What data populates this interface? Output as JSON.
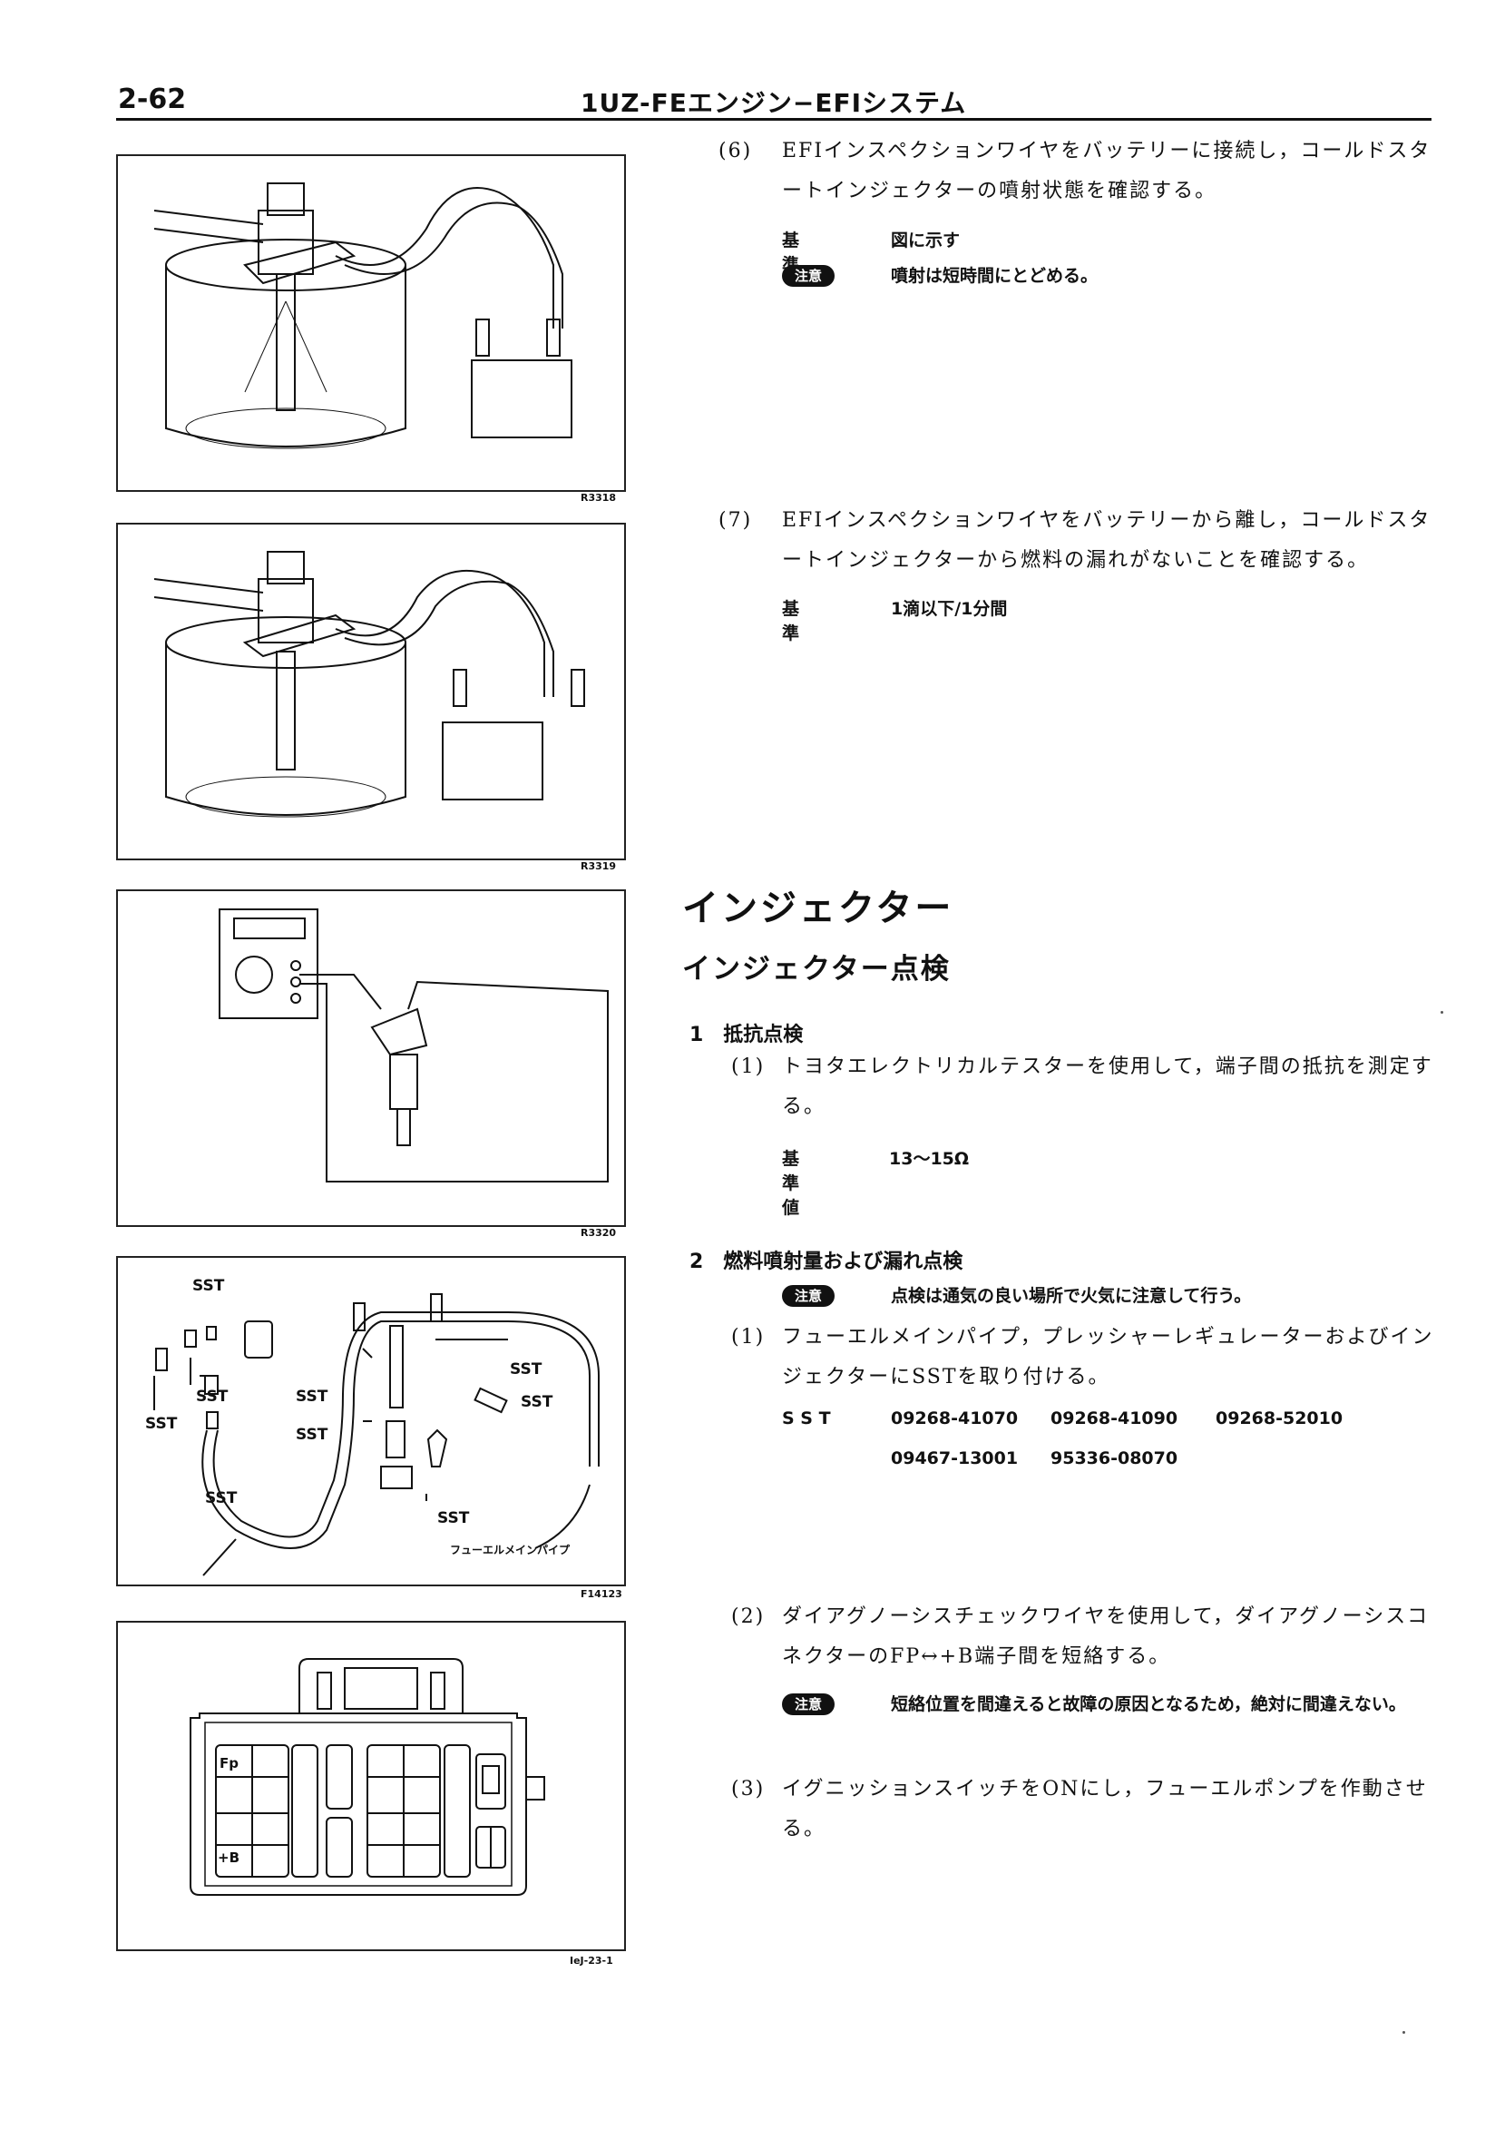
{
  "header": {
    "page_number": "2-62",
    "title": "1UZ-FEエンジン−EFIシステム"
  },
  "figures": {
    "fig1": {
      "code": "R3318"
    },
    "fig2": {
      "code": "R3319"
    },
    "fig3": {
      "code": "R3320"
    },
    "fig4": {
      "code": "F14123",
      "labels": {
        "sst": "SST",
        "fuel_main_pipe": "フューエルメインパイプ"
      }
    },
    "fig5": {
      "code": "IeJ-23-1",
      "labels": {
        "fp": "Fp",
        "plus_b": "+B"
      }
    }
  },
  "cold_start": {
    "step6": {
      "num": "(6)",
      "text": "EFIインスペクションワイヤをバッテリーに接続し，コールドスタートインジェクターの噴射状態を確認する。",
      "spec_label": "基　準",
      "spec_value": "図に示す",
      "caution_badge": "注意",
      "caution_text": "噴射は短時間にとどめる。"
    },
    "step7": {
      "num": "(7)",
      "text": "EFIインスペクションワイヤをバッテリーから離し，コールドスタートインジェクターから燃料の漏れがないことを確認する。",
      "spec_label": "基　準",
      "spec_value": "1滴以下/1分間"
    }
  },
  "injector": {
    "section_title": "インジェクター",
    "subsection_title": "インジェクター点検",
    "item1": {
      "heading": "1　抵抗点検",
      "step1_num": "(1)",
      "step1_text": "トヨタエレクトリカルテスターを使用して，端子間の抵抗を測定する。",
      "spec_label": "基準値",
      "spec_value": "13〜15Ω"
    },
    "item2": {
      "heading": "2　燃料噴射量および漏れ点検",
      "caution_badge": "注意",
      "caution_text": "点検は通気の良い場所で火気に注意して行う。",
      "step1_num": "(1)",
      "step1_text": "フューエルメインパイプ，プレッシャーレギュレーターおよびインジェクターにSSTを取り付ける。",
      "sst_label": "S S T",
      "sst_numbers": [
        "09268-41070",
        "09268-41090",
        "09268-52010",
        "09467-13001",
        "95336-08070"
      ],
      "step2_num": "(2)",
      "step2_text": "ダイアグノーシスチェックワイヤを使用して，ダイアグノーシスコネクターのFP↔+B端子間を短絡する。",
      "step2_caution_badge": "注意",
      "step2_caution_text": "短絡位置を間違えると故障の原因となるため，絶対に間違えない。",
      "step3_num": "(3)",
      "step3_text": "イグニッションスイッチをONにし，フューエルポンプを作動させる。"
    }
  }
}
